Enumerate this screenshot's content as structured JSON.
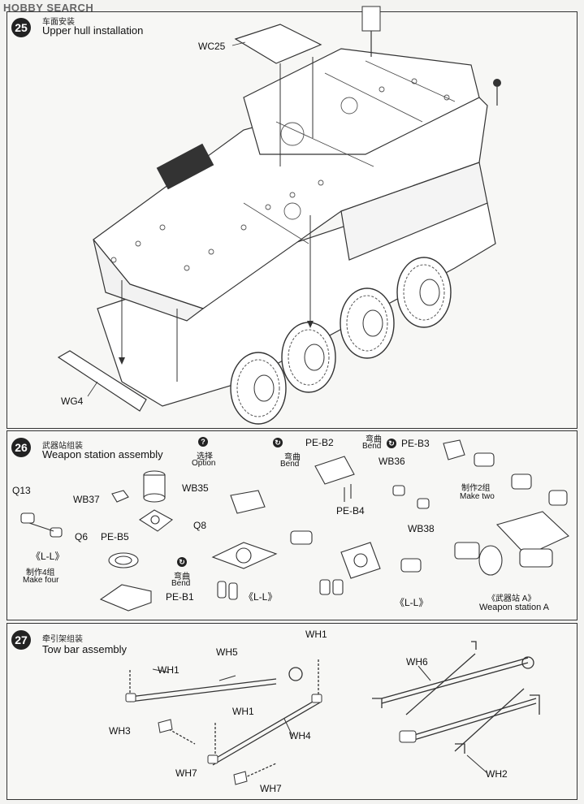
{
  "watermark": "HOBBY SEARCH",
  "steps": [
    {
      "number": "25",
      "title_cn": "车面安装",
      "title_en": "Upper hull installation",
      "labels": {
        "wc25": "WC25",
        "wg4": "WG4"
      }
    },
    {
      "number": "26",
      "title_cn": "武器站组装",
      "title_en": "Weapon station assembly",
      "labels": {
        "q13": "Q13",
        "q6": "Q6",
        "ll1": "《L-L》",
        "make_four_cn": "制作4组",
        "make_four": "Make four",
        "wb37": "WB37",
        "wb35": "WB35",
        "q8": "Q8",
        "option_cn": "选择",
        "option": "Option",
        "peb5": "PE-B5",
        "peb1": "PE-B1",
        "bend1_cn": "弯曲",
        "bend1": "Bend",
        "ll2": "《L-L》",
        "peb2": "PE-B2",
        "bend2_cn": "弯曲",
        "bend2": "Bend",
        "peb4": "PE-B4",
        "bend3_cn": "弯曲",
        "bend3": "Bend",
        "peb3": "PE-B3",
        "wb36": "WB36",
        "wb38": "WB38",
        "ll3": "《L-L》",
        "make_two_cn": "制作2组",
        "make_two": "Make two",
        "ws_a_cn": "《武器站 A》",
        "ws_a": "Weapon station A"
      }
    },
    {
      "number": "27",
      "title_cn": "牵引架组装",
      "title_en": "Tow bar assembly",
      "labels": {
        "wh1a": "WH1",
        "wh1b": "WH1",
        "wh1c": "WH1",
        "wh5": "WH5",
        "wh3": "WH3",
        "wh4": "WH4",
        "wh7a": "WH7",
        "wh7b": "WH7",
        "wh6": "WH6",
        "wh2": "WH2"
      }
    }
  ]
}
